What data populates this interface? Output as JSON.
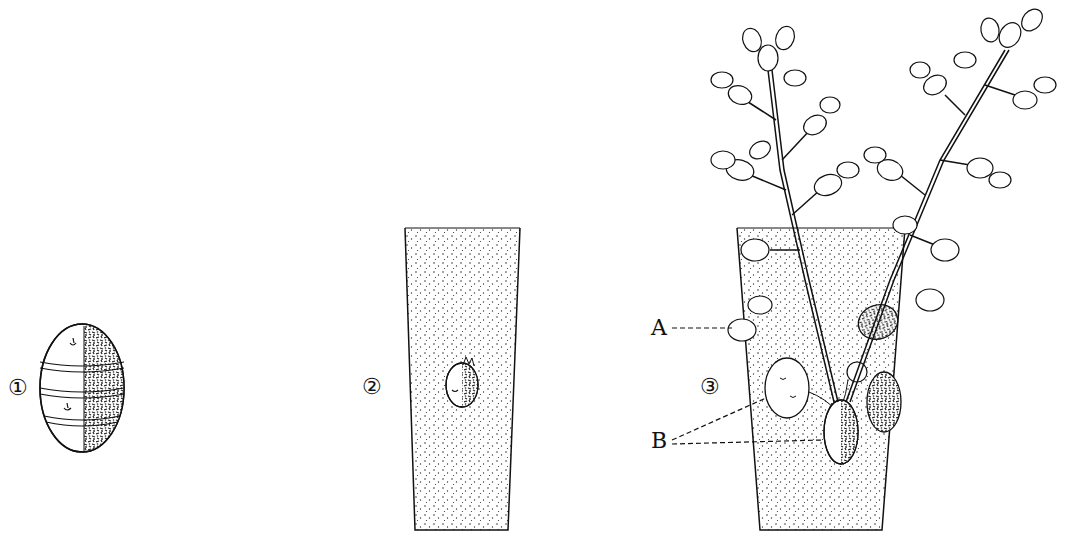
{
  "diagram": {
    "labels": [
      "①",
      "②",
      "③",
      "A",
      "B"
    ]
  }
}
